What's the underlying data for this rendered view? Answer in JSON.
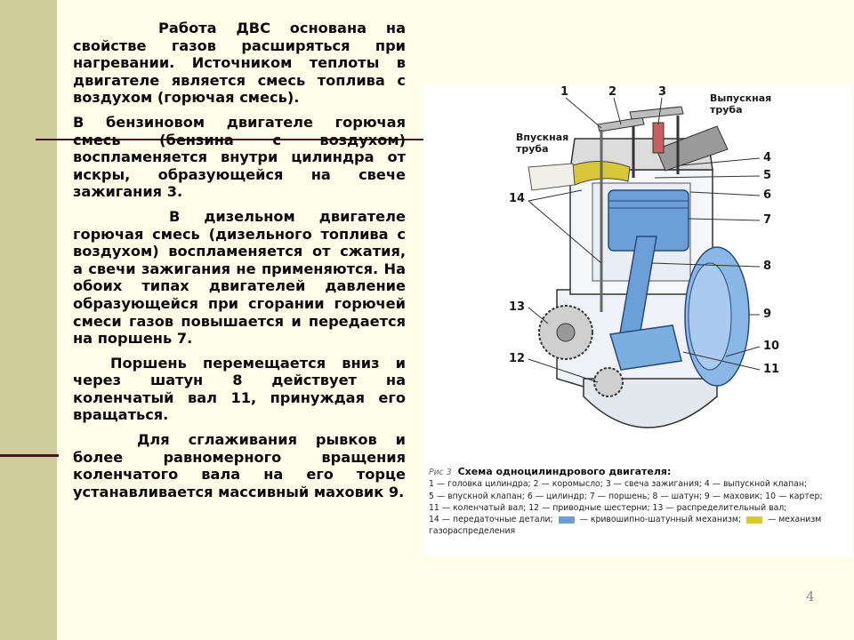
{
  "paragraphs": [
    "Работа ДВС основана на свойстве газов расширяться при нагревании. Источником теплоты в двигателе является смесь топлива с воздухом (горючая смесь).",
    "В бензиновом двигателе горючая смесь (бензина с воздухом) воспламеняется внутри цилиндра от искры, образующейся на свече зажигания 3.",
    "В дизельном двигателе горючая смесь (дизельного топлива с воздухом) воспламеняется от сжатия, а свечи зажигания не применяются. На обоих типах двигателей давление образующейся при сгорании горючей смеси газов повышается и передается на поршень 7.",
    "Поршень перемещается вниз и через шатун 8 действует на коленчатый вал 11, принуждая его вращаться.",
    "Для сглаживания рывков и более равномерного вращения коленчатого вала на его торце устанавливается массивный маховик 9."
  ],
  "figure": {
    "labels": {
      "exhaust": "Выпускная труба",
      "intake": "Впускная труба"
    },
    "numbers": [
      "1",
      "2",
      "3",
      "4",
      "5",
      "6",
      "7",
      "8",
      "9",
      "10",
      "11",
      "12",
      "13",
      "14"
    ],
    "caption": {
      "ris": "Рис 3",
      "title": "Схема одноцилиндрового двигателя:",
      "line1": "1 — головка цилиндра; 2 — коромысло; 3 — свеча зажигания; 4 — выпускной клапан;",
      "line2": "5 — впускной клапан; 6 — цилиндр; 7 — поршень; 8 — шатун; 9 — маховик; 10 — картер;",
      "line3": "11 — коленчатый вал; 12 — приводные шестерни; 13 — распределительный вал;",
      "line4a": "14 — передаточные детали;",
      "line4b": "— кривошипно-шатунный механизм;",
      "line4c": "— механизм",
      "line5": "газораспределения"
    },
    "colors": {
      "crank_mechanism": "#6a9fd8",
      "valve_mechanism": "#d8c838"
    }
  },
  "page_number": "4",
  "colors": {
    "background": "#fefee8",
    "left_band": "#cfcd9a",
    "rule": "#4a1424"
  }
}
